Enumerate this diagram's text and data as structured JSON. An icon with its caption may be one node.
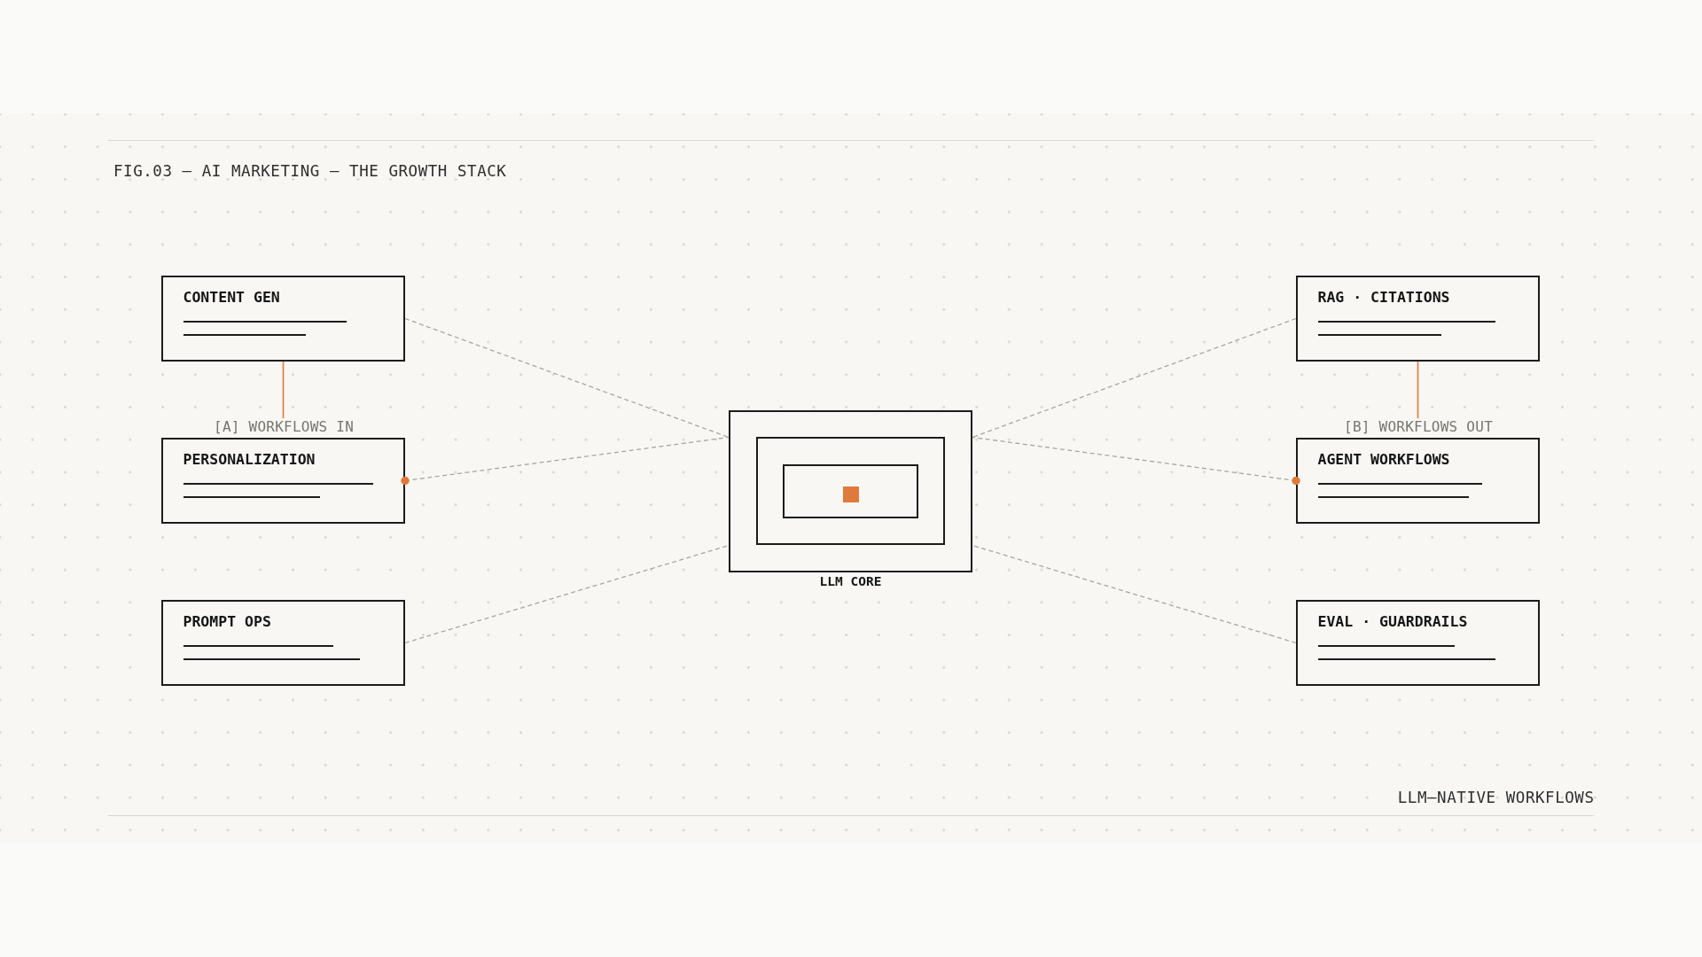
{
  "diagram": {
    "title": "FIG.03 — AI MARKETING — THE GROWTH STACK",
    "caption": "LLM—NATIVE WORKFLOWS",
    "nodes": [
      {
        "text": [
          "CONTENT GEN"
        ]
      },
      {
        "text": [
          "RAG · CITATIONS"
        ]
      },
      {
        "text": [
          "[A] WORKFLOWS IN"
        ]
      },
      {
        "text": [
          "[B] WORKFLOWS OUT"
        ]
      },
      {
        "text": [
          "PERSONALIZATION"
        ]
      },
      {
        "text": [
          "LLM CORE"
        ]
      },
      {
        "text": [],
        "shape": "box",
        "in": 5
      },
      {
        "text": [],
        "shape": "box",
        "in": 6
      },
      {
        "text": [
          "AGENT WORKFLOWS"
        ]
      },
      {
        "text": [
          "PROMPT OPS"
        ]
      },
      {
        "text": [
          "EVAL · GUARDRAILS"
        ]
      }
    ],
    "edges": [
      {
        "from": 0,
        "to": 5,
        "arrow": "none",
        "style": "dashed"
      },
      {
        "from": 4,
        "to": 5,
        "arrow": "other",
        "style": "dashed"
      },
      {
        "from": 9,
        "to": 5,
        "arrow": "none",
        "style": "dashed"
      },
      {
        "from": 1,
        "to": 5,
        "arrow": "none",
        "style": "dashed"
      },
      {
        "from": 8,
        "to": 5,
        "arrow": "other",
        "style": "dashed"
      },
      {
        "from": 10,
        "to": 5,
        "arrow": "none",
        "style": "dashed"
      },
      {
        "from": 2,
        "to": 0,
        "arrow": "none",
        "color": "#e07a3b"
      },
      {
        "from": 3,
        "to": 1,
        "arrow": "none",
        "color": "#e07a3b"
      }
    ]
  }
}
